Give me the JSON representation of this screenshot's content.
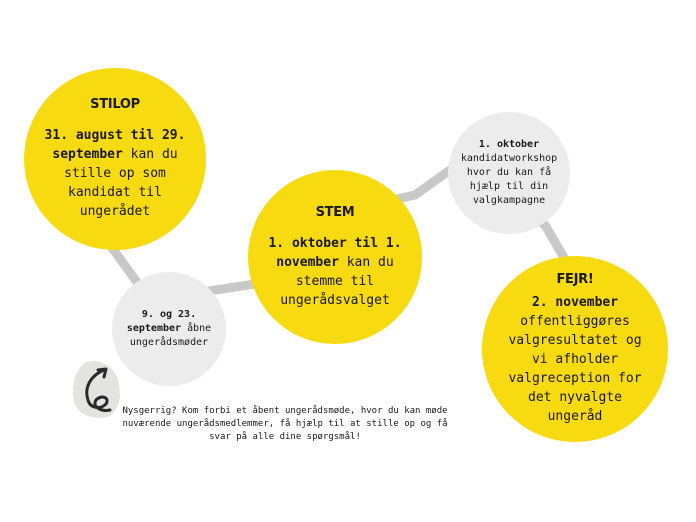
{
  "stilop": {
    "title": "STILOP",
    "date_range": "31. august til 29. september",
    "text": "kan du stille op som kandidat til ungerådet"
  },
  "aabne_moeder": {
    "date": "9. og 23. september",
    "text": "åbne ungerådsmøder"
  },
  "stem": {
    "title": "STEM",
    "date_range": "1. oktober til 1. november",
    "text": "kan du stemme til ungerådsvalget"
  },
  "workshop": {
    "date": "1. oktober",
    "text": "kandidatworkshop hvor du kan få hjælp til din valgkampagne"
  },
  "fejr": {
    "title": "FEJR!",
    "date": "2. november",
    "text": "offentliggøres valgresultatet og vi afholder valgreception for det nyvalgte ungeråd"
  },
  "note": "Nysgerrig? Kom forbi et åbent ungerådsmøde, hvor du kan møde nuværende ungerådsmedlemmer, få hjælp til at stille op og få svar på alle dine spørgsmål!",
  "colors": {
    "yellow": "#f7da0f",
    "grey": "#ececec",
    "connector": "#c8c8c8"
  },
  "icons": [
    "curved-arrow-icon"
  ]
}
